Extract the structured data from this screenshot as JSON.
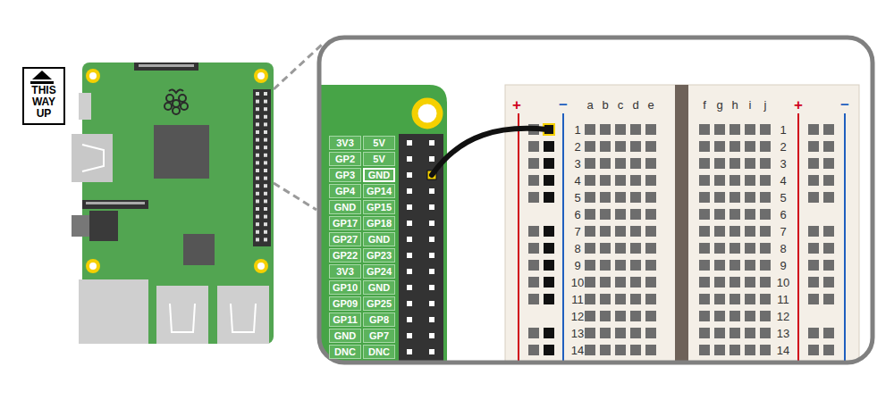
{
  "diagram": {
    "nodes": [
      {
        "text": [
          "THIS WAY UP"
        ]
      }
    ],
    "labels": [
      "3V3",
      "5V",
      "GP2",
      "5V",
      "GP3",
      "GND",
      "GP4",
      "GP14",
      "GND",
      "GP15",
      "GP17",
      "GP18",
      "GP27",
      "GND",
      "GP22",
      "GP23",
      "3V3",
      "GP24",
      "GP10",
      "GND",
      "GP09",
      "GP25",
      "GP11",
      "GP8",
      "GND",
      "GP7",
      "DNC",
      "DNC",
      "+",
      "−",
      "a",
      "b",
      "c",
      "d",
      "e",
      "f",
      "g",
      "h",
      "i",
      "j",
      "+",
      "−",
      "1",
      "2",
      "3",
      "4",
      "5",
      "6",
      "7",
      "8",
      "9",
      "10",
      "11",
      "12",
      "13",
      "14",
      "1",
      "2",
      "3",
      "4",
      "5",
      "6",
      "7",
      "8",
      "9",
      "10",
      "11",
      "12",
      "13",
      "14"
    ]
  }
}
